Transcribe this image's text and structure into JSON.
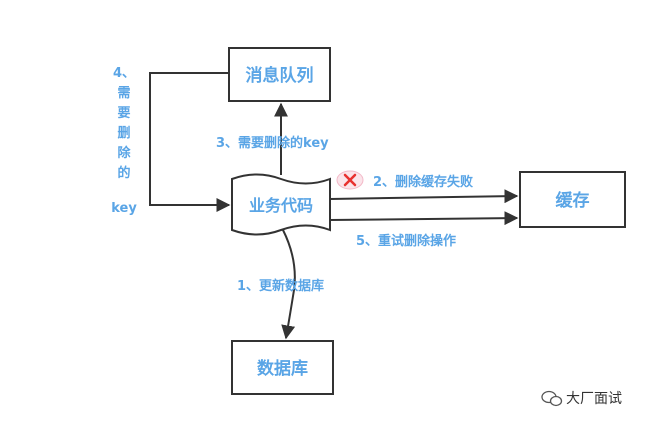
{
  "colors": {
    "label": "#5aa5e6",
    "stroke": "#333333",
    "fail_circle": "#fbe4ea",
    "fail_cross": "#e8312f"
  },
  "nodes": {
    "message_queue": "消息队列",
    "business_code": "业务代码",
    "cache": "缓存",
    "database": "数据库"
  },
  "edges": {
    "update_db": "1、更新数据库",
    "delete_cache_fail": "2、删除缓存失败",
    "need_delete_key_up": "3、需要删除的key",
    "need_delete_key_loop": [
      "4、",
      "需",
      "要",
      "删",
      "除",
      "的",
      "key"
    ],
    "retry_delete": "5、重试删除操作"
  },
  "watermark": {
    "text": "大厂面试",
    "icon": "wechat-icon"
  }
}
